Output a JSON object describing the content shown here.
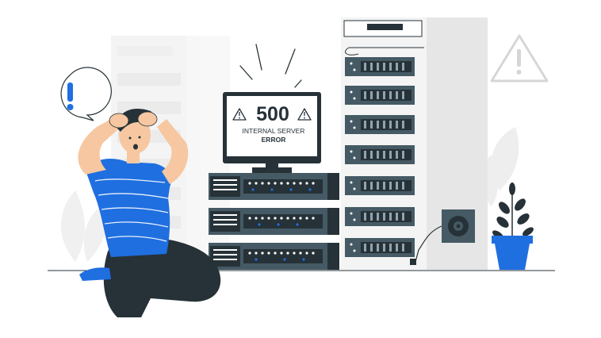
{
  "error_screen": {
    "code": "500",
    "line1": "INTERNAL SERVER",
    "line2": "ERROR"
  },
  "colors": {
    "accent_blue": "#1f6fe0",
    "dark": "#263238",
    "light_gray": "#f2f2f2",
    "mid_gray": "#e6e6e6",
    "skin": "#f6c7a1"
  },
  "icons": [
    "exclamation-bubble-icon",
    "warning-triangle-icon",
    "speaker-box-icon"
  ]
}
